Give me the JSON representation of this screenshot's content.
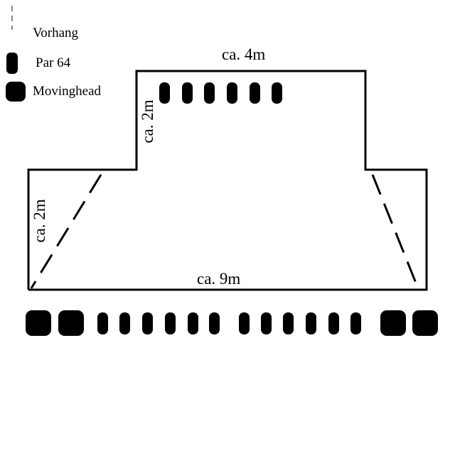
{
  "legend": {
    "curtain_label": "Vorhang",
    "par64_label": "Par 64",
    "movinghead_label": "Movinghead"
  },
  "dimensions": {
    "top_width": "ca. 4m",
    "upper_side_height": "ca. 2m",
    "lower_side_height": "ca. 2m",
    "bottom_width": "ca. 9m"
  },
  "fixtures": {
    "upstage_par64_count": 6,
    "front_row": [
      "movinghead",
      "movinghead",
      "par64",
      "par64",
      "par64",
      "par64",
      "par64",
      "par64",
      "par64",
      "par64",
      "par64",
      "par64",
      "par64",
      "par64",
      "movinghead",
      "movinghead"
    ]
  },
  "colors": {
    "line": "#000000",
    "background": "#ffffff"
  }
}
